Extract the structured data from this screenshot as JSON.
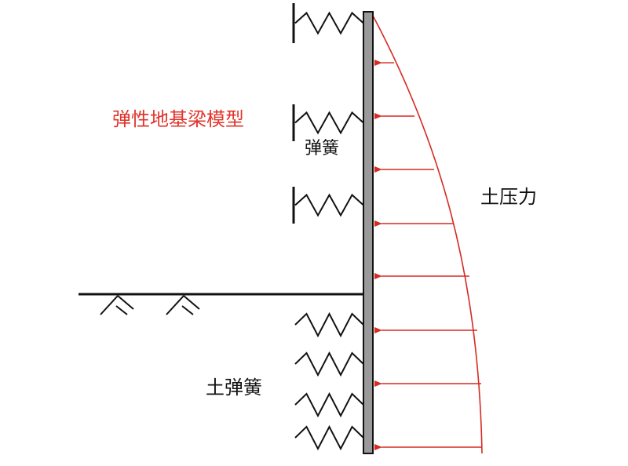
{
  "labels": {
    "model_title": "弹性地基梁模型",
    "spring": "弹簧",
    "earth_pressure": "土压力",
    "soil_spring": "土弹簧"
  },
  "colors": {
    "title": "#e0342b",
    "pressure": "#d62a22",
    "wall_fill": "#9a9a9a",
    "line": "#111111"
  },
  "icons": {
    "upper_spring": "zigzag-spring-with-support-bar",
    "soil_spring": "zigzag-spring",
    "ground_hatch": "ground-hatch-mark",
    "pressure_arrow": "arrow-left"
  }
}
